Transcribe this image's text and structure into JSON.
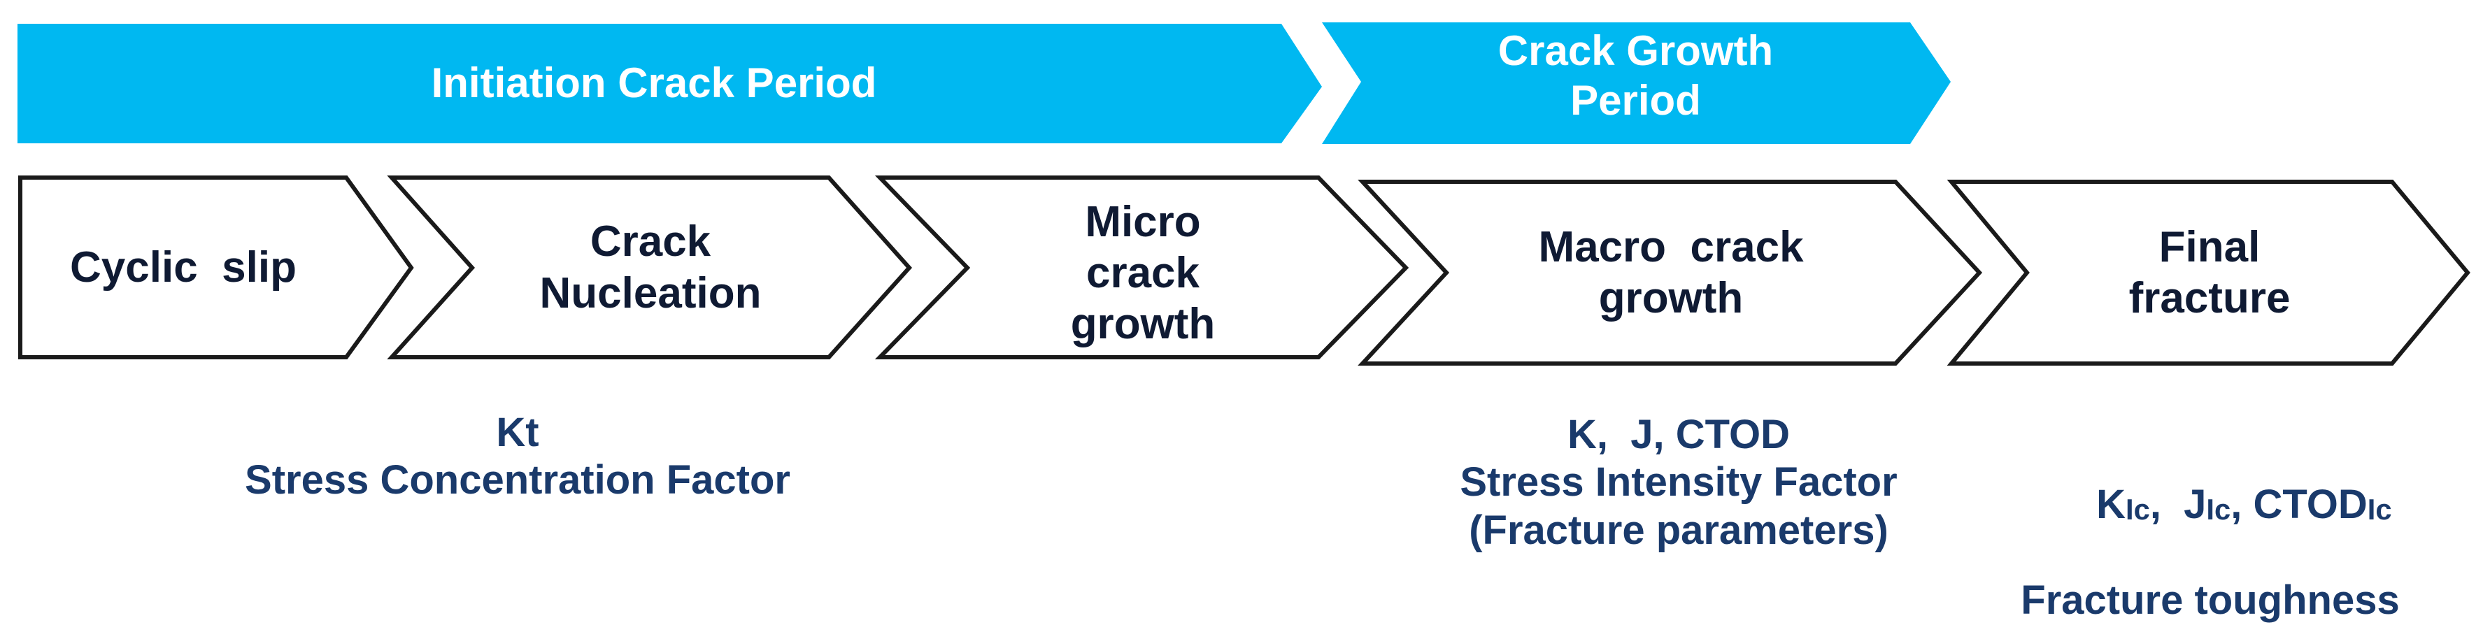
{
  "colors": {
    "banner_fill": "#00b8f1",
    "banner_text": "#ffffff",
    "step_stroke": "#1a1a1a",
    "step_fill": "#ffffff",
    "step_text": "#0f1a33",
    "param_text": "#1a3a6b"
  },
  "banners": [
    {
      "label": "Initiation Crack Period"
    },
    {
      "label_lines": [
        "Crack Growth",
        "Period"
      ]
    }
  ],
  "steps": [
    {
      "lines": [
        "Cyclic  slip"
      ]
    },
    {
      "lines": [
        "Crack",
        "Nucleation"
      ]
    },
    {
      "lines": [
        "Micro",
        "crack",
        "growth"
      ]
    },
    {
      "lines": [
        "Macro  crack",
        "growth"
      ]
    },
    {
      "lines": [
        "Final",
        "fracture"
      ]
    }
  ],
  "params": {
    "initiation": {
      "symbol": "Kt",
      "name": "Stress Concentration Factor"
    },
    "macro": {
      "symbols": "K,  J, CTOD",
      "name": "Stress Intensity Factor",
      "note": "(Fracture parameters)"
    },
    "final": {
      "k": "K",
      "k_sub": "Ic",
      "sep1": ",  ",
      "j": "J",
      "j_sub": "Ic",
      "sep2": ", ",
      "ctod": "CTOD",
      "ctod_sub": "Ic",
      "name": "Fracture toughness"
    }
  }
}
